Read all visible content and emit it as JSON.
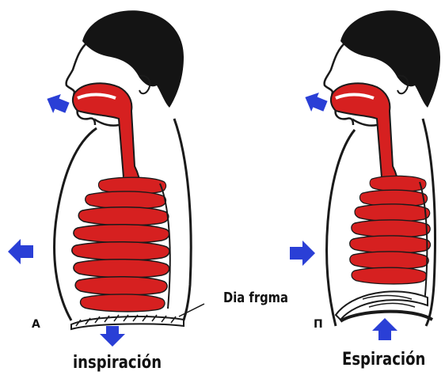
{
  "labels": {
    "panel_a": "A",
    "panel_b": "П",
    "inspiration": "inspiración",
    "expiration": "Espiración",
    "diaphragm": "Dia frgma"
  },
  "colors": {
    "airway": "#d62020",
    "outline": "#1a1a1a",
    "hair": "#141414",
    "arrow": "#2a3fd6"
  },
  "icons": {
    "arrow": "arrow-icon"
  }
}
